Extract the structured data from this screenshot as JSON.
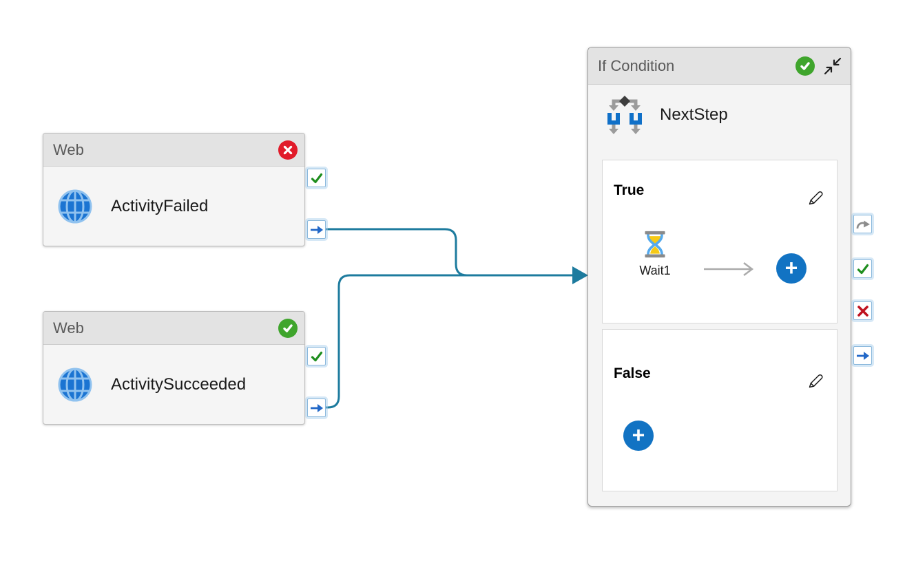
{
  "colors": {
    "connector_teal": "#1d7b9e",
    "success_green_badge": "#3fa52c",
    "error_red_badge": "#e11b2a",
    "port_check_green": "#1e8e1e",
    "port_arrow_blue": "#2268c8",
    "port_fail_red": "#bf1220",
    "port_skip_gray": "#8c8c8c",
    "add_button_blue": "#1273c3",
    "globe_blue": "#1b74d2",
    "hourglass_sand_yellow": "#f6c915"
  },
  "activities": [
    {
      "type": "Web",
      "name": "ActivityFailed",
      "status": "Failed",
      "status_icon": "error-badge",
      "type_icon": "globe-icon",
      "ports": [
        "success-port",
        "output-port"
      ]
    },
    {
      "type": "Web",
      "name": "ActivitySucceeded",
      "status": "Succeeded",
      "status_icon": "success-badge",
      "type_icon": "globe-icon",
      "ports": [
        "success-port",
        "output-port"
      ]
    }
  ],
  "if_condition": {
    "type": "If Condition",
    "name": "NextStep",
    "status": "Succeeded",
    "status_icon": "success-badge",
    "collapse_icon": "collapse-icon",
    "type_icon": "if-condition-icon",
    "ports": [
      "completion-port",
      "success-port",
      "failure-port",
      "output-port"
    ],
    "branches": [
      {
        "label": "True",
        "edit_icon": "pencil-icon",
        "add_label": "+",
        "activities": [
          {
            "type": "Wait",
            "name": "Wait1",
            "icon": "hourglass-icon"
          }
        ]
      },
      {
        "label": "False",
        "edit_icon": "pencil-icon",
        "add_label": "+",
        "activities": []
      }
    ]
  }
}
